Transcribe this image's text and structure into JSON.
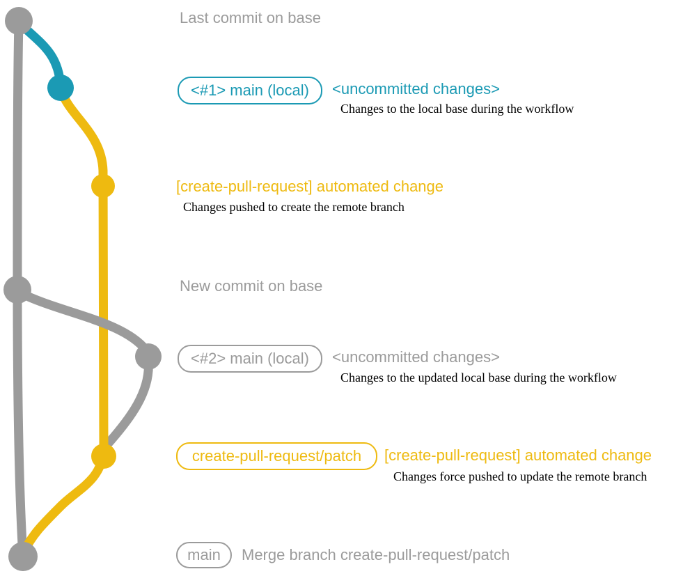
{
  "colors": {
    "base_gray": "#9b9b9b",
    "local_blue": "#1b9ab4",
    "branch_yellow": "#eeba10",
    "note_black": "#000000",
    "background": "#ffffff"
  },
  "annotations": {
    "row1": {
      "label": "Last commit on base"
    },
    "row2": {
      "pill": "<#1> main (local)",
      "message": "<uncommitted changes>",
      "note": "Changes to the local base during the workflow"
    },
    "row3": {
      "message": "[create-pull-request] automated change",
      "note": "Changes pushed to create the remote branch"
    },
    "row4": {
      "label": "New commit on base"
    },
    "row5": {
      "pill": "<#2> main (local)",
      "message": "<uncommitted changes>",
      "note": "Changes to the updated local base during the workflow"
    },
    "row6": {
      "pill": "create-pull-request/patch",
      "message": "[create-pull-request] automated change",
      "note": "Changes force pushed to update the remote branch"
    },
    "row7": {
      "pill": "main",
      "message": "Merge branch create-pull-request/patch"
    }
  },
  "graph": {
    "nodes": [
      {
        "id": "last-commit-on-base",
        "color_role": "base_gray"
      },
      {
        "id": "main-local-1-uncommitted",
        "color_role": "local_blue"
      },
      {
        "id": "create-pull-request-automated-change-1",
        "color_role": "branch_yellow"
      },
      {
        "id": "new-commit-on-base",
        "color_role": "base_gray"
      },
      {
        "id": "main-local-2-uncommitted",
        "color_role": "base_gray"
      },
      {
        "id": "create-pull-request-automated-change-2",
        "color_role": "branch_yellow"
      },
      {
        "id": "merge-branch-create-pull-request-patch",
        "color_role": "base_gray"
      }
    ]
  }
}
